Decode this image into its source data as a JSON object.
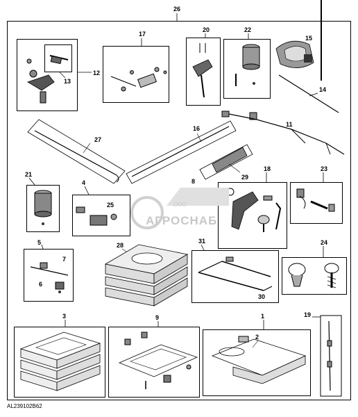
{
  "labels": {
    "assembly": "26",
    "p1": "1",
    "p2": "2",
    "p3": "3",
    "p4": "4",
    "p5": "5",
    "p6": "6",
    "p7": "7",
    "p8": "8",
    "p9": "9",
    "p11": "11",
    "p12": "12",
    "p13": "13",
    "p14": "14",
    "p15": "15",
    "p16": "16",
    "p17": "17",
    "p18": "18",
    "p19": "19",
    "p20": "20",
    "p21": "21",
    "p22": "22",
    "p23": "23",
    "p24": "24",
    "p25": "25",
    "p27": "27",
    "p28": "28",
    "p29": "29",
    "p30": "30",
    "p31": "31"
  },
  "watermark": {
    "company": "АГРОСНАБ",
    "prefix": "ООО"
  },
  "reference_code": "AL239102B62"
}
